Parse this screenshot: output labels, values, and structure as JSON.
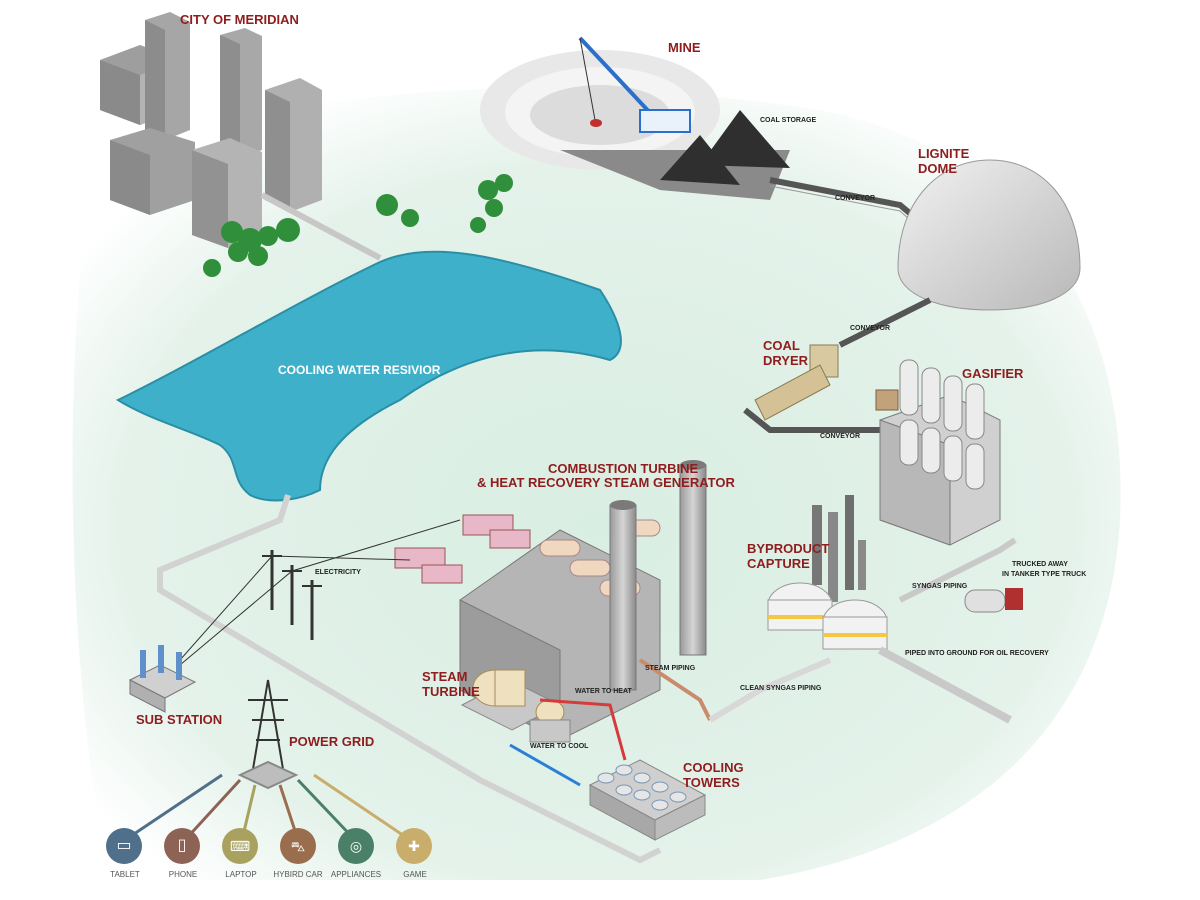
{
  "labels": {
    "city": "CITY OF MERIDIAN",
    "mine": "MINE",
    "coal_storage": "COAL STORAGE",
    "lignite_dome_1": "LIGNITE",
    "lignite_dome_2": "DOME",
    "conveyor": "CONVEYOR",
    "coal_dryer_1": "COAL",
    "coal_dryer_2": "DRYER",
    "gasifier": "GASIFIER",
    "reservoir": "COOLING WATER RESIVIOR",
    "combustion_1": "COMBUSTION TURBINE",
    "combustion_2": "& HEAT RECOVERY STEAM GENERATOR",
    "byproduct_1": "BYPRODUCT",
    "byproduct_2": "CAPTURE",
    "syngas_piping": "SYNGAS PIPING",
    "trucked_1": "TRUCKED AWAY",
    "trucked_2": "IN TANKER TYPE TRUCK",
    "piped_ground": "PIPED INTO GROUND FOR OIL RECOVERY",
    "clean_syngas": "CLEAN SYNGAS PIPING",
    "steam_piping": "STEAM PIPING",
    "water_to_heat": "WATER TO HEAT",
    "water_to_cool": "WATER TO COOL",
    "steam_turbine_1": "STEAM",
    "steam_turbine_2": "TURBINE",
    "electricity": "ELECTRICITY",
    "sub_station": "SUB STATION",
    "power_grid": "POWER GRID",
    "cooling_towers_1": "COOLING",
    "cooling_towers_2": "TOWERS"
  },
  "devices": [
    {
      "label": "TABLET",
      "color": "#4f6f8a",
      "icon": "tablet-icon"
    },
    {
      "label": "PHONE",
      "color": "#8c6355",
      "icon": "phone-icon"
    },
    {
      "label": "LAPTOP",
      "color": "#a9a15f",
      "icon": "laptop-icon"
    },
    {
      "label": "HYBIRD CAR",
      "color": "#9a6d4d",
      "icon": "car-icon"
    },
    {
      "label": "APPLIANCES",
      "color": "#4a8068",
      "icon": "washer-icon"
    },
    {
      "label": "GAME",
      "color": "#c9ad6a",
      "icon": "gamepad-icon"
    }
  ],
  "colors": {
    "label_red": "#8f1d1d",
    "water": "#3fb0c9",
    "ground": "#dff0e8",
    "building": "#bdbdbd"
  }
}
